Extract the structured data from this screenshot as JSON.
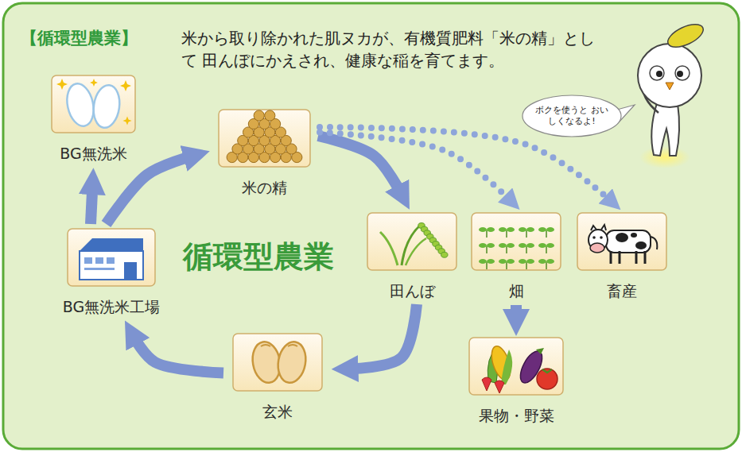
{
  "diagram": {
    "title": "【循環型農業】",
    "nodes": [
      {
        "text": [
          "BG無洗米"
        ]
      },
      {
        "text": [
          "米の精"
        ]
      },
      {
        "text": [
          "田んぼ"
        ]
      },
      {
        "text": [
          "畑"
        ]
      },
      {
        "text": [
          "畜産"
        ]
      },
      {
        "text": [
          "果物・野菜"
        ]
      },
      {
        "text": [
          "玄米"
        ]
      },
      {
        "text": [
          "BG無洗米工場"
        ]
      },
      {
        "text": [
          "ボクを使うと おいしくなるよ!"
        ]
      }
    ],
    "edges": [
      {
        "from": 1,
        "to": 2,
        "arrow": "to"
      },
      {
        "from": 1,
        "to": 3,
        "arrow": "to"
      },
      {
        "from": 1,
        "to": 4,
        "arrow": "to"
      },
      {
        "from": 3,
        "to": 5,
        "arrow": "to"
      },
      {
        "from": 2,
        "to": 6,
        "arrow": "to"
      },
      {
        "from": 6,
        "to": 7,
        "arrow": "to"
      },
      {
        "from": 7,
        "to": 1,
        "arrow": "to"
      },
      {
        "from": 7,
        "to": 0,
        "arrow": "to"
      }
    ],
    "labels": [
      "米から取り除かれた肌ヌカが、有機質肥料「米の精」として 田んぼにかえされ、健康な稲を育てます。",
      "循環型農業"
    ]
  }
}
